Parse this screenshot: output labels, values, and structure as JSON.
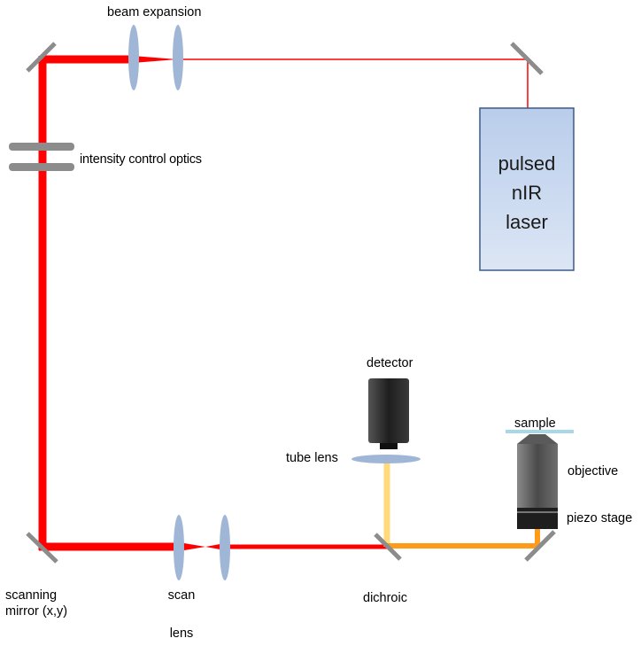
{
  "labels": {
    "beam_expansion": "beam expansion",
    "intensity_control": "intensity control optics",
    "laser_line1": "pulsed",
    "laser_line2": "nIR",
    "laser_line3": "laser",
    "detector": "detector",
    "tube_lens": "tube lens",
    "sample": "sample",
    "objective": "objective",
    "piezo_stage": "piezo stage",
    "scanning_mirror_line1": "scanning",
    "scanning_mirror_line2": "mirror (x,y)",
    "scan_lens_line1": "scan",
    "scan_lens_line2": "lens",
    "dichroic": "dichroic"
  },
  "colors": {
    "beam_red": "#ff0000",
    "fluorescence_yellow": "#ffd97a",
    "fluorescence_orange": "#ff8c00",
    "lens_blue": "#9fb6d6",
    "mirror_gray": "#8c8c8c",
    "laser_box_fill": "#c7d6ef",
    "laser_box_border": "#3a5a8c",
    "detector_body": "#2b2b2b",
    "objective_body": "#6a6a6a"
  }
}
